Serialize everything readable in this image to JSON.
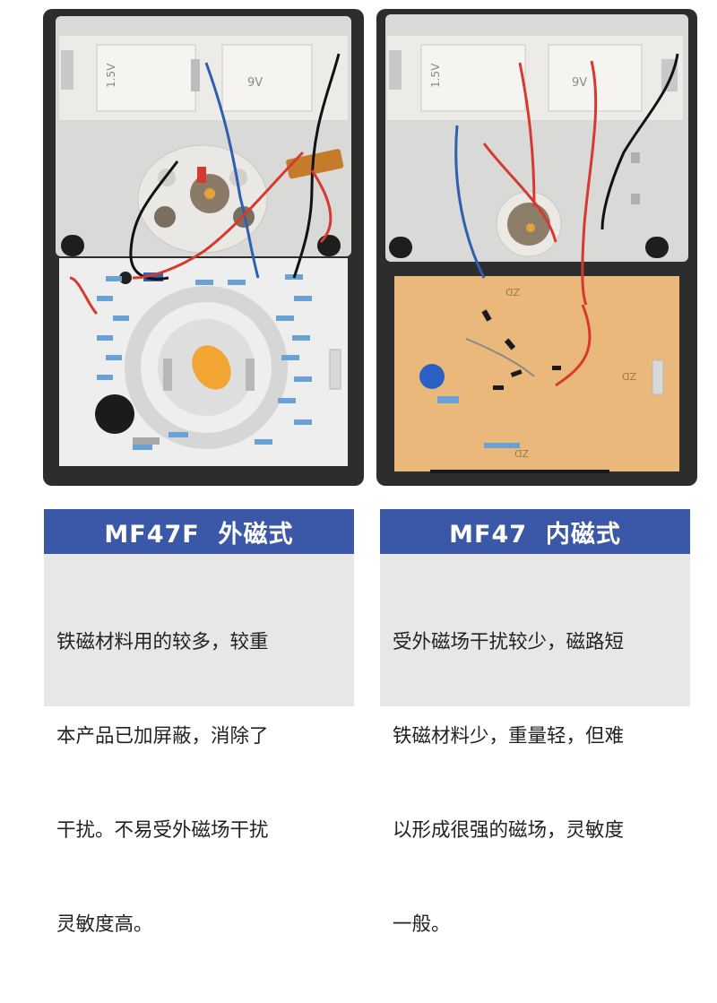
{
  "colors": {
    "header_bg": "#3a58a7",
    "header_text": "#ffffff",
    "body_bg": "#e7e7e7",
    "body_text": "#222222",
    "case_dark": "#2d2d2d",
    "pcb_white": "#eeeeee",
    "pcb_tan": "#e9b87a"
  },
  "photos": {
    "left": {
      "icon": "multimeter-external-magnet-interior-icon",
      "battery_1": "1.5V",
      "battery_2": "9V"
    },
    "right": {
      "icon": "multimeter-internal-magnet-interior-icon",
      "battery_1": "1.5V",
      "battery_2": "9V",
      "pcb_mark_1": "ZD",
      "pcb_mark_2": "ZD",
      "pcb_mark_3": "ZD"
    }
  },
  "panels": [
    {
      "title": "MF47F  外磁式",
      "lines": [
        "铁磁材料用的较多，较重",
        "本产品已加屏蔽，消除了",
        "干扰。不易受外磁场干扰",
        "灵敏度高。"
      ]
    },
    {
      "title": "MF47  内磁式",
      "lines": [
        "受外磁场干扰较少，磁路短",
        "铁磁材料少，重量轻，但难",
        "以形成很强的磁场，灵敏度",
        "一般。"
      ]
    }
  ]
}
